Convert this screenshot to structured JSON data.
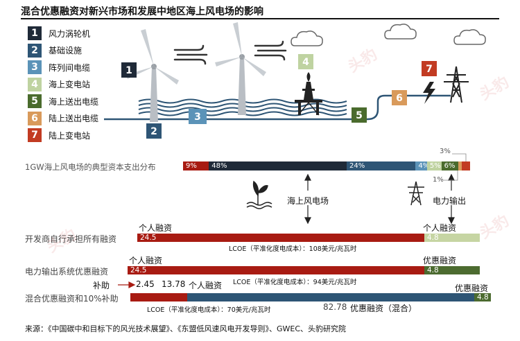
{
  "title": "混合优惠融资对新兴市场和发展中地区海上风电场的影响",
  "colors": {
    "c1": "#1f2a38",
    "c2": "#2e5575",
    "c3": "#5b93b8",
    "c4": "#bfd3a1",
    "c5": "#4a6b2d",
    "c6": "#d99a5b",
    "c7": "#c23b22",
    "red": "#a81b12",
    "green": "#4c6b30",
    "lightgreen": "#c6d5a3",
    "blue": "#2e5575"
  },
  "legend": [
    {
      "num": "1",
      "label": "风力涡轮机",
      "color": "#1f2a38"
    },
    {
      "num": "2",
      "label": "基础设施",
      "color": "#2e5575"
    },
    {
      "num": "3",
      "label": "阵列间电缆",
      "color": "#5b93b8"
    },
    {
      "num": "4",
      "label": "海上变电站",
      "color": "#bfd3a1"
    },
    {
      "num": "5",
      "label": "海上送出电缆",
      "color": "#4a6b2d"
    },
    {
      "num": "6",
      "label": "陆上送出电缆",
      "color": "#d99a5b"
    },
    {
      "num": "7",
      "label": "陆上变电站",
      "color": "#c23b22"
    }
  ],
  "scene_badges": {
    "b1": "1",
    "b2": "2",
    "b3": "3",
    "b4": "4",
    "b5": "5",
    "b6": "6",
    "b7": "7"
  },
  "capex": {
    "label": "1GW海上风电场的典型资本支出分布",
    "segments": [
      {
        "name": "seg-offshore-substation-red",
        "text": "9%",
        "value": 9,
        "color": "#a81b12"
      },
      {
        "name": "seg-turbine",
        "text": "48%",
        "value": 48,
        "color": "#1f2a38"
      },
      {
        "name": "seg-foundation",
        "text": "24%",
        "value": 24,
        "color": "#2e5575"
      },
      {
        "name": "seg-array-cable",
        "text": "4%",
        "value": 4,
        "color": "#5b93b8"
      },
      {
        "name": "seg-offshore-sub",
        "text": "5%",
        "value": 5,
        "color": "#bfd3a1"
      },
      {
        "name": "seg-export-cable",
        "text": "6%",
        "value": 6,
        "color": "#4a6b2d"
      },
      {
        "name": "seg-onshore-cable",
        "text": "",
        "value": 1,
        "color": "#d99a5b"
      },
      {
        "name": "seg-onshore-sub",
        "text": "",
        "value": 3,
        "color": "#c23b22"
      }
    ],
    "ann_3": "3%",
    "ann_1": "1%"
  },
  "mid": {
    "offshore": "海上风电场",
    "transmission": "电力输出"
  },
  "rows": {
    "r1": {
      "label": "开发商自行承担所有融资",
      "cap_left": "个人融资",
      "cap_right": "个人融资",
      "v_left": "24.5",
      "v_right": "4.8",
      "lcoe": "LCOE（平准化度电成本）：108美元/兆瓦时"
    },
    "r2": {
      "label": "电力输出系统优惠融资",
      "cap_left": "个人融资",
      "cap_right": "优惠融资",
      "v_left": "24.5",
      "v_right": "4.8",
      "lcoe": "LCOE（平准化度电成本）：94美元/兆瓦时"
    },
    "r3": {
      "label": "混合优惠融资和10%补助",
      "subsidy": "补助",
      "v_sub": "2.45",
      "v_personal": "13.78",
      "cap_personal": "个人融资",
      "cap_right": "优惠融资",
      "v_mixed": "82.78",
      "cap_mixed": "优惠融资（混合）",
      "v_right": "4.8",
      "lcoe": "LCOE（平准化度电成本）：70美元/兆瓦时"
    }
  },
  "source": "来源：《中国碳中和目标下的风光技术展望》、《东盟低风速风电开发导则》、GWEC、头豹研究院",
  "watermark": "头豹"
}
